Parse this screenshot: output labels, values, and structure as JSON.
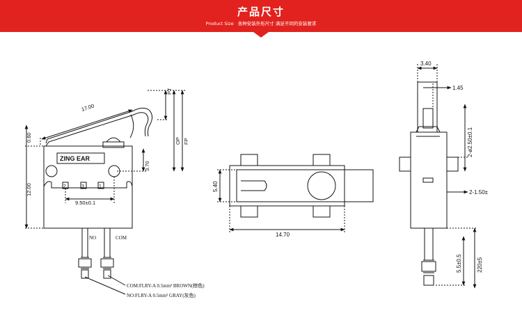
{
  "header": {
    "title": "产品尺寸",
    "subtitle_en": "Product Size",
    "subtitle_cn": "各种安装外形尺寸 满足不同的安装要求",
    "accent_color": "#e2221e"
  },
  "front_view": {
    "brand": "ZING EAR",
    "terminals": [
      "2",
      "3",
      "1"
    ],
    "wire_labels": [
      "NO",
      "COM"
    ],
    "dims": {
      "lever": "17.00",
      "lever_offset": "0.60",
      "height": "12.00",
      "pin_center": "3.70",
      "pitch": "9.50±0.1",
      "pt": "PT",
      "op": "OP",
      "fp": "FP"
    },
    "wire_notes": [
      "COM:FLRY-A 0.5mm² BROWN(棕色)",
      "NO:FLRY-A 0.5mm² GRAY(灰色)"
    ]
  },
  "top_view": {
    "dims": {
      "width": "5.40",
      "length": "14.70"
    }
  },
  "side_view": {
    "dims": {
      "width": "3.40",
      "actuator": "1.45",
      "holes": "2-ø2.50±0.1",
      "offset": "2-1.50±",
      "wire_short": "5.5±0.5",
      "wire_long": "220±5"
    }
  }
}
